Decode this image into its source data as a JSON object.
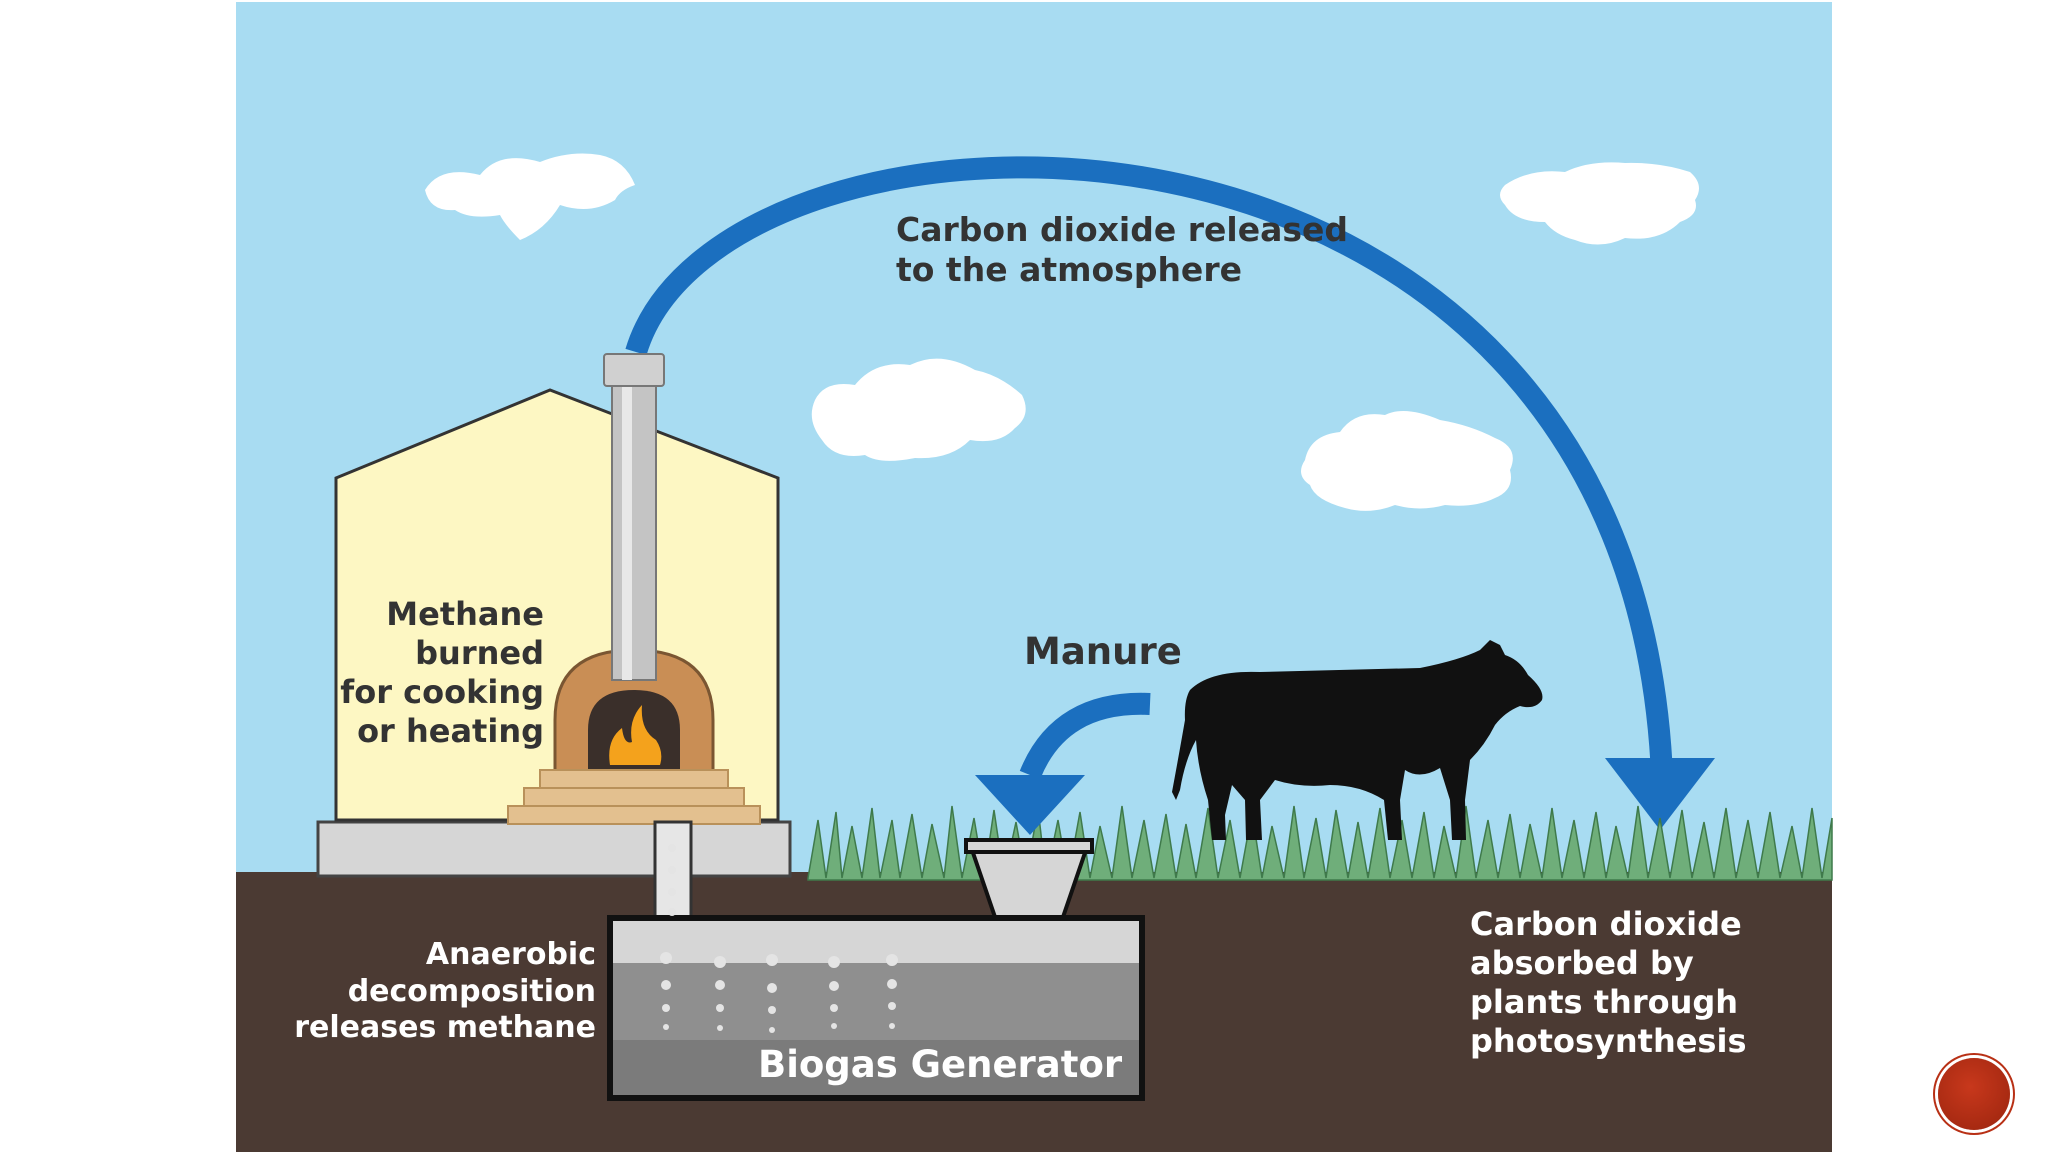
{
  "diagram": {
    "labels": {
      "co2_released": "Carbon dioxide released\nto the atmosphere",
      "methane_burned": "Methane\nburned\nfor cooking\nor heating",
      "manure": "Manure",
      "anaerobic": "Anaerobic\ndecomposition\nreleases methane",
      "biogas": "Biogas Generator",
      "co2_absorbed": "Carbon dioxide\nabsorbed by\nplants through\nphotosynthesis"
    },
    "colors": {
      "sky": "#a8dcf2",
      "soil": "#4b3a33",
      "arrow": "#1b6fbf",
      "grass": "#6fae7a",
      "house": "#fdf7c3",
      "cloud": "#ffffff",
      "flame": "#f4a21c",
      "nav_button": "#b83015"
    },
    "icons": [
      "cloud-icon",
      "cow-icon",
      "fire-icon",
      "chimney-icon",
      "house-icon",
      "biogas-tank-icon",
      "grass-icon"
    ]
  },
  "nav": {
    "button_icon": "next-slide-icon"
  }
}
